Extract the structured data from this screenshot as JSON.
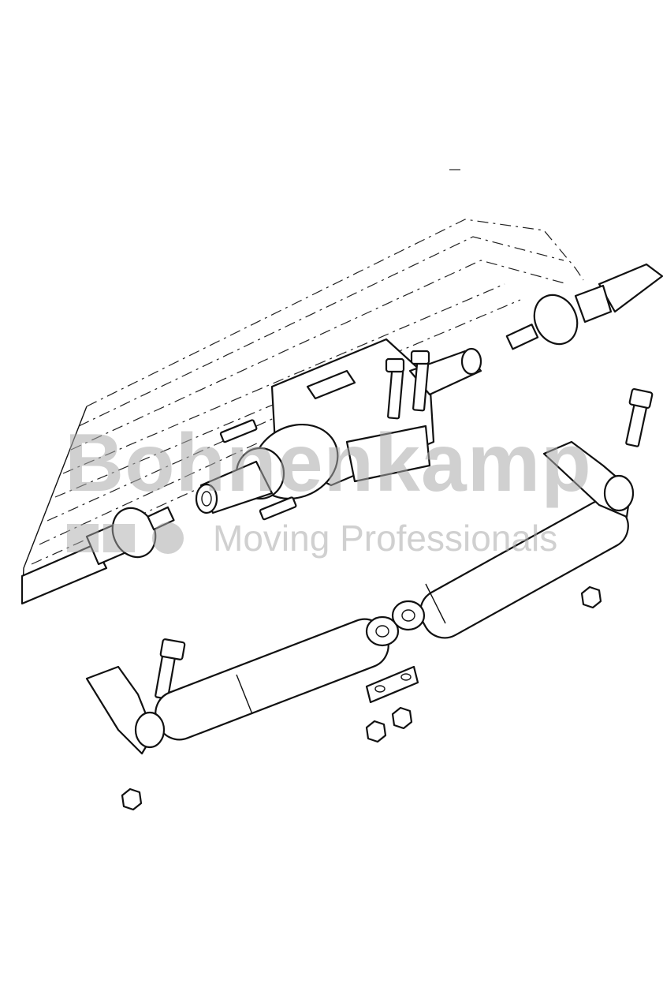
{
  "diagram": {
    "title": "Steering cylinder and steering dampers exploded view",
    "parts": [
      "chassis-outline",
      "left-tie-rod",
      "right-tie-rod",
      "steering-cylinder",
      "upper-steering-damper",
      "lower-steering-damper",
      "bolts",
      "lock-nuts",
      "clamp-plate"
    ]
  },
  "watermark": {
    "brand": "Bohnenkamp",
    "tagline": "Moving Professionals"
  },
  "colors": {
    "line": "#111111",
    "watermark": "#aaaaaa"
  }
}
